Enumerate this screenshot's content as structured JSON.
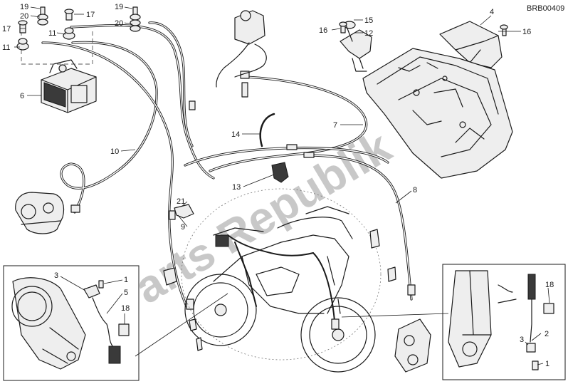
{
  "diagram_code": "BRB00409",
  "watermark": "Parts Republik",
  "callouts": {
    "c1": "1",
    "c2": "2",
    "c3": "3",
    "c4": "4",
    "c5": "5",
    "c6": "6",
    "c7": "7",
    "c8": "8",
    "c9": "9",
    "c10": "10",
    "c11": "11",
    "c12": "12",
    "c13": "13",
    "c14": "14",
    "c15": "15",
    "c16": "16",
    "c17": "17",
    "c18": "18",
    "c19": "19",
    "c20": "20",
    "c21": "21"
  }
}
